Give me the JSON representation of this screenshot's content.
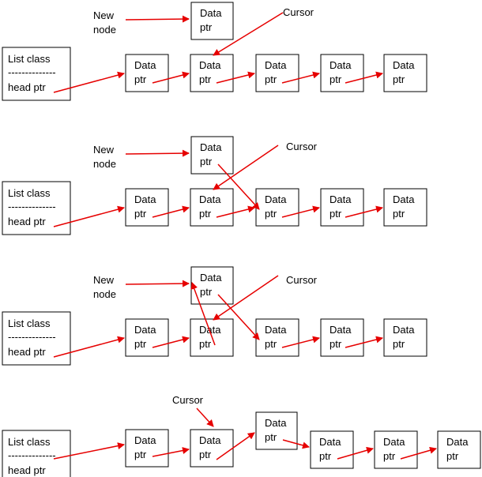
{
  "labels": {
    "list_class": "List class",
    "separator": "--------------",
    "head_ptr": "head ptr",
    "node_data": "Data",
    "node_ptr": "ptr",
    "new_node_line1": "New",
    "new_node_line2": "node",
    "cursor": "Cursor"
  },
  "colors": {
    "arrow": "#e60000",
    "border": "#000000",
    "text": "#000000",
    "background": "#ffffff"
  },
  "panels": [
    {
      "id": "step-1",
      "show_new_node_label": true,
      "cursor_label": "Cursor",
      "list_node_count": 5
    },
    {
      "id": "step-2",
      "show_new_node_label": true,
      "cursor_label": "Cursor",
      "list_node_count": 5
    },
    {
      "id": "step-3",
      "show_new_node_label": true,
      "cursor_label": "Cursor",
      "list_node_count": 5
    },
    {
      "id": "step-4",
      "show_new_node_label": false,
      "cursor_label": "Cursor",
      "list_node_count": 6
    }
  ]
}
